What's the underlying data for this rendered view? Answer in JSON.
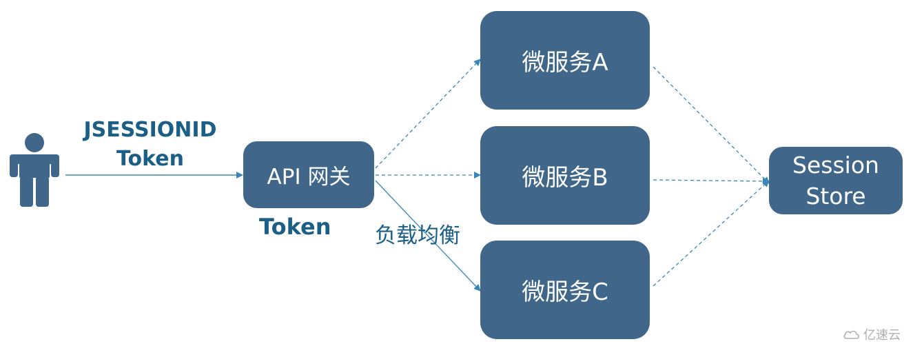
{
  "nodes": {
    "gateway": "API 网关",
    "service_a": "微服务A",
    "service_b": "微服务B",
    "service_c": "微服务C",
    "session_store": [
      "Session",
      "Store"
    ]
  },
  "labels": {
    "user_tokens": [
      "JSESSIONID",
      "Token"
    ],
    "gateway_token": "Token",
    "load_balance": "负载均衡"
  },
  "icons": {
    "user": "person-icon",
    "watermark_logo": "cloud-logo-icon"
  },
  "watermark": "亿速云",
  "edges": [
    {
      "from": "user",
      "to": "gateway",
      "style": "solid"
    },
    {
      "from": "gateway",
      "to": "service_a",
      "style": "dashed"
    },
    {
      "from": "gateway",
      "to": "service_b",
      "style": "dashed"
    },
    {
      "from": "gateway",
      "to": "service_c",
      "style": "solid"
    },
    {
      "from": "service_a",
      "to": "session_store",
      "style": "dashed"
    },
    {
      "from": "service_b",
      "to": "session_store",
      "style": "dashed"
    },
    {
      "from": "service_c",
      "to": "session_store",
      "style": "dashed"
    }
  ],
  "colors": {
    "node_fill": "#406689",
    "node_text": "#ffffff",
    "label_text": "#1b5e86",
    "edge": "#3b86b8",
    "user_icon": "#406689"
  }
}
